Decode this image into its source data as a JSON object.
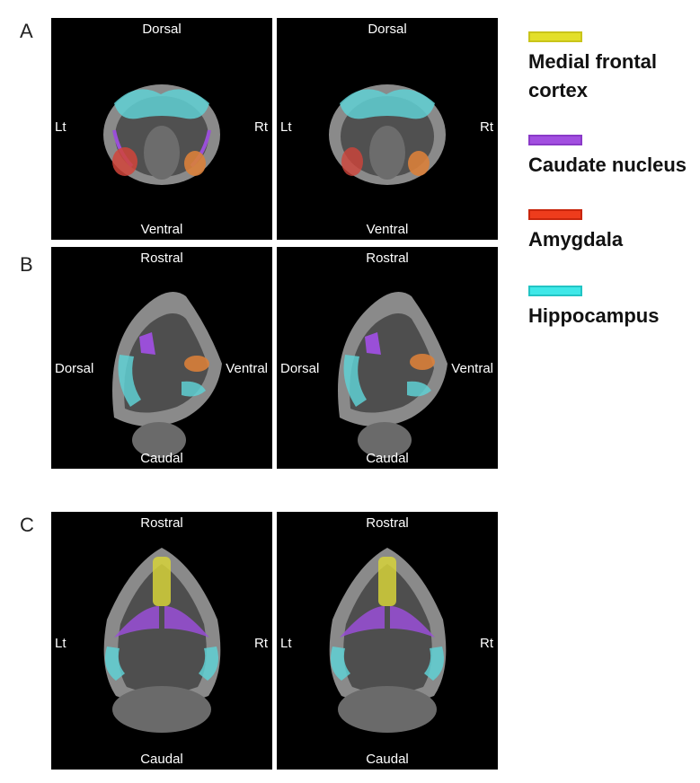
{
  "rows": [
    {
      "letter": "A",
      "top": "Dorsal",
      "bottom": "Ventral",
      "left": "Lt",
      "right": "Rt"
    },
    {
      "letter": "B",
      "top": "Rostral",
      "bottom": "Caudal",
      "left": "Dorsal",
      "right": "Ventral"
    },
    {
      "letter": "C",
      "top": "Rostral",
      "bottom": "Caudal",
      "left": "Lt",
      "right": "Rt"
    }
  ],
  "legend": [
    {
      "label": "Medial frontal cortex",
      "color": "#e3df2a"
    },
    {
      "label": "Caudate nucleus",
      "color": "#a24fe0"
    },
    {
      "label": "Amygdala",
      "color": "#ee3c1c"
    },
    {
      "label": "Hippocampus",
      "color": "#3fe8e8"
    }
  ]
}
